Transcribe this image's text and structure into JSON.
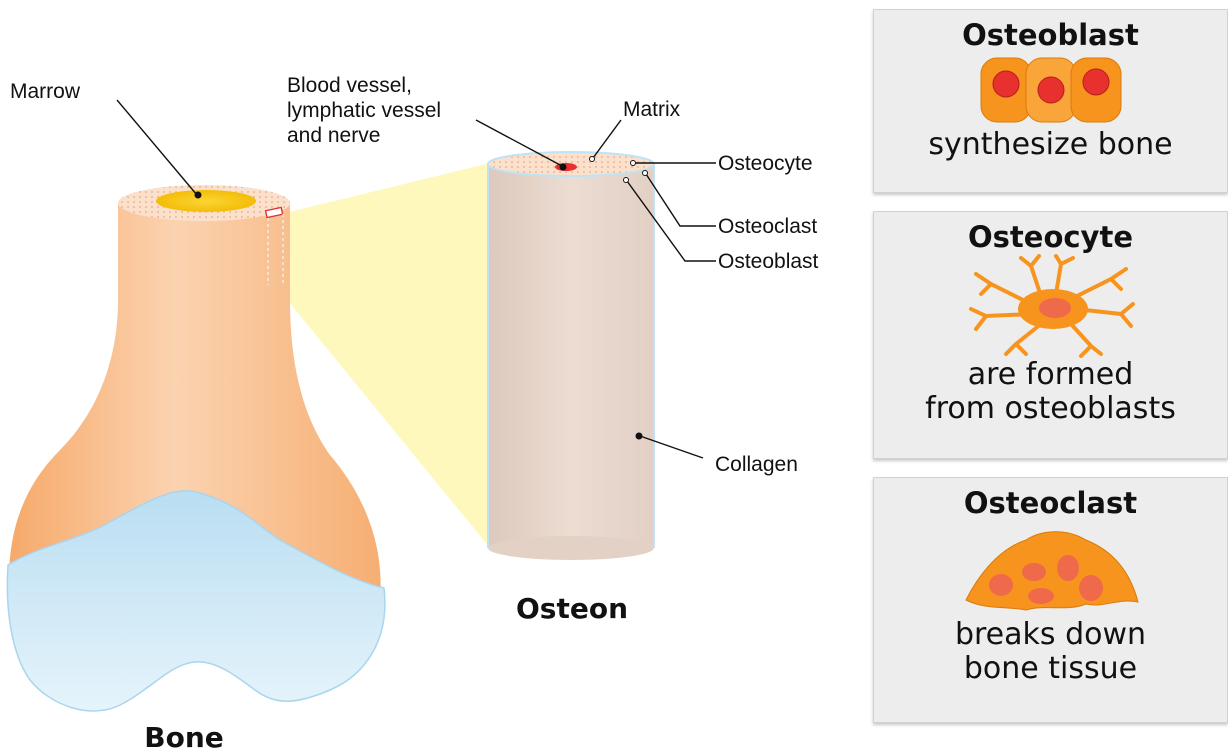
{
  "labels": {
    "marrow": "Marrow",
    "blood_vessel": [
      "Blood vessel,",
      "lymphatic vessel",
      "and nerve"
    ],
    "matrix": "Matrix",
    "osteocyte": "Osteocyte",
    "osteoclast": "Osteoclast",
    "osteoblast": "Osteoblast",
    "collagen": "Collagen"
  },
  "captions": {
    "bone": "Bone",
    "osteon": "Osteon"
  },
  "cards": [
    {
      "title": "Osteoblast",
      "desc": [
        "synthesize bone"
      ]
    },
    {
      "title": "Osteocyte",
      "desc": [
        "are formed",
        "from osteoblasts"
      ]
    },
    {
      "title": "Osteoclast",
      "desc": [
        "breaks down",
        "bone tissue"
      ]
    }
  ],
  "colors": {
    "bone": "#f9b87e",
    "cartilage": "#d3ecf8",
    "marrow": "#f7c600",
    "osteon": "#e8d8cf",
    "cell": "#f7941d",
    "nucleus": "#e8312f"
  }
}
